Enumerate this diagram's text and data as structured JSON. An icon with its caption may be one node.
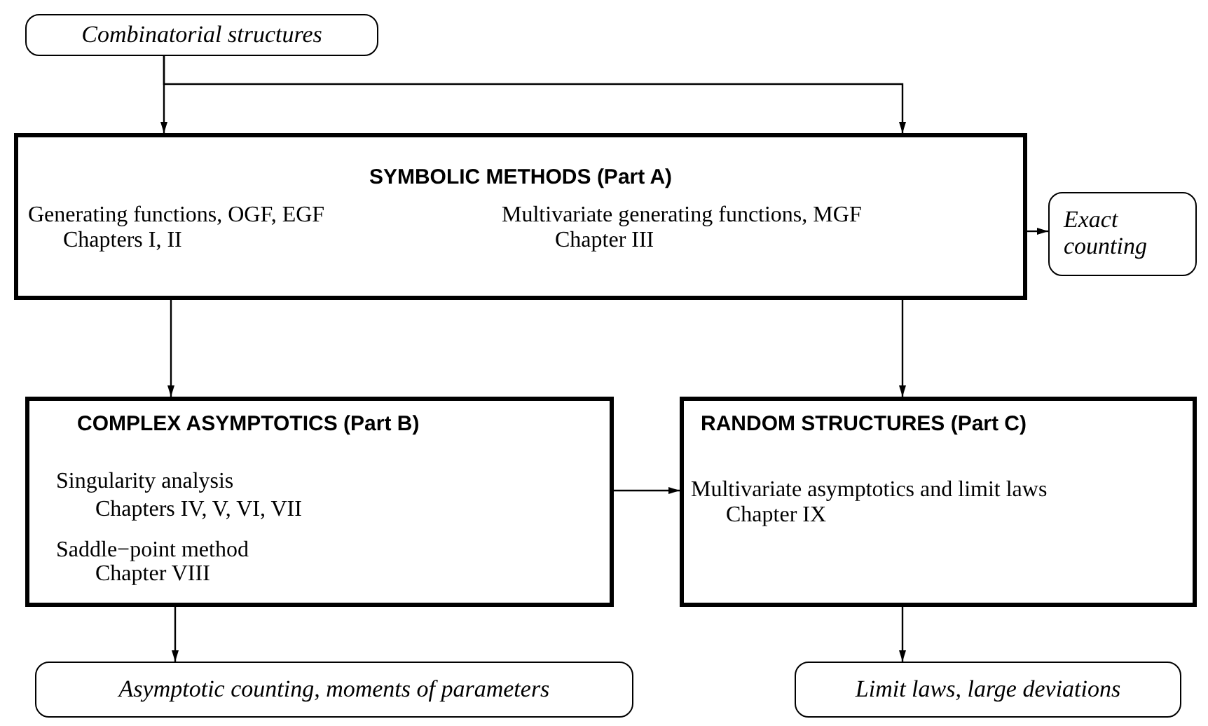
{
  "diagram": {
    "nodes": [
      {
        "text": [
          "Combinatorial structures"
        ]
      },
      {
        "text": [
          "SYMBOLIC METHODS (Part A)",
          "Generating functions, OGF, EGF",
          "Chapters I, II",
          "Multivariate generating functions, MGF",
          "Chapter III"
        ]
      },
      {
        "text": [
          "Exact counting"
        ]
      },
      {
        "text": [
          "COMPLEX ASYMPTOTICS (Part B)",
          "Singularity analysis",
          "Chapters IV, V, VI, VII",
          "Saddle−point method",
          "Chapter VIII"
        ]
      },
      {
        "text": [
          "RANDOM STRUCTURES (Part C)",
          "Multivariate asymptotics and limit laws",
          "Chapter IX"
        ]
      },
      {
        "text": [
          "Asymptotic counting, moments of parameters"
        ]
      },
      {
        "text": [
          "Limit laws, large deviations"
        ]
      }
    ],
    "edges": [
      {
        "from": 0,
        "to": 1,
        "arrow": "to"
      },
      {
        "from": 0,
        "to": 1,
        "arrow": "to"
      },
      {
        "from": 1,
        "to": 2,
        "arrow": "to"
      },
      {
        "from": 1,
        "to": 3,
        "arrow": "to"
      },
      {
        "from": 1,
        "to": 4,
        "arrow": "to"
      },
      {
        "from": 3,
        "to": 4,
        "arrow": "to"
      },
      {
        "from": 3,
        "to": 5,
        "arrow": "to"
      },
      {
        "from": 4,
        "to": 6,
        "arrow": "to"
      }
    ]
  }
}
